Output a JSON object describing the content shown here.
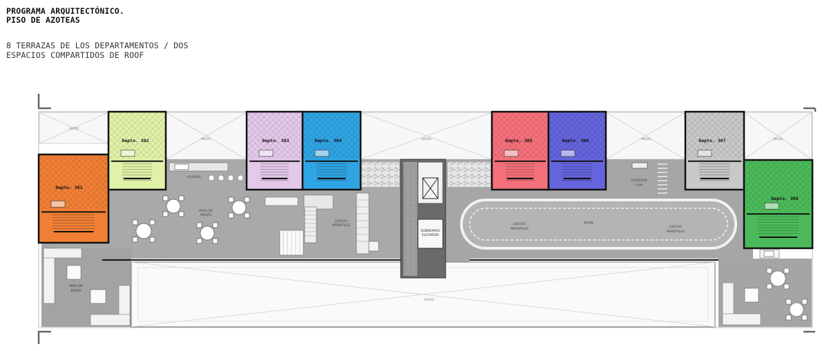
{
  "header": {
    "title_line1": "PROGRAMA ARQUITECTÓNICO.",
    "title_line2": "PISO DE AZOTEAS",
    "subtitle_line1": "8 TERRAZAS DE LOS DEPARTAMENTOS / DOS",
    "subtitle_line2": "ESPACIOS COMPARTIDOS DE ROOF"
  },
  "units": [
    {
      "label": "Depto. 301",
      "color": "#f07f35"
    },
    {
      "label": "Depto. 302",
      "color": "#dff2a8"
    },
    {
      "label": "Depto. 303",
      "color": "#e3c8ea"
    },
    {
      "label": "Depto. 304",
      "color": "#2fa4e2"
    },
    {
      "label": "Depto. 305",
      "color": "#f4707a"
    },
    {
      "label": "Depto. 306",
      "color": "#6464dc"
    },
    {
      "label": "Depto. 307",
      "color": "#c8c8c8"
    },
    {
      "label": "Depto. 308",
      "color": "#4cba5a"
    }
  ],
  "labels": {
    "vacio": "VACIO",
    "asador": "ASADOR",
    "area_mesas_1": "AREA DE",
    "area_mesas_2": "MESAS",
    "juegos_1": "JUEGOS",
    "juegos_2": "INFANTILES",
    "sobrepaso_1": "SOBREPASO",
    "sobrepaso_2": "ELEVADOR",
    "pista": "PISTA",
    "outdoor_1": "OUTDOOR",
    "outdoor_2": "GYM",
    "area_estar_1": "AREA DE",
    "area_estar_2": "ESTAR"
  }
}
